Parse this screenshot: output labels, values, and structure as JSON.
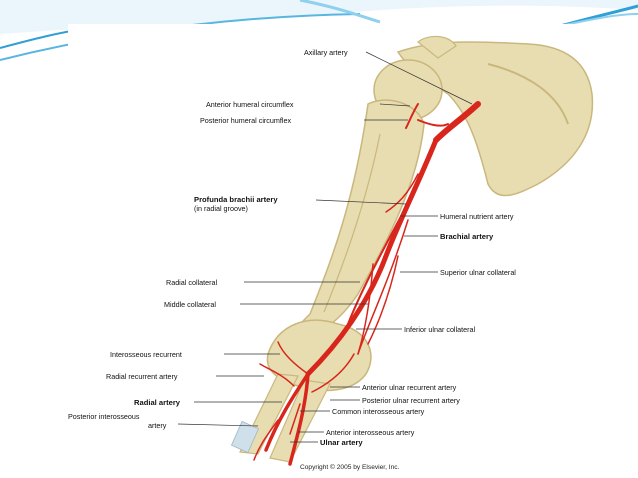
{
  "figure": {
    "labels": {
      "axillary": "Axillary artery",
      "ant_humeral_circumflex": "Anterior humeral circumflex",
      "post_humeral_circumflex": "Posterior humeral circumflex",
      "profunda_brachii": "Profunda brachii artery",
      "profunda_brachii_note": "(in radial groove)",
      "humeral_nutrient": "Humeral nutrient artery",
      "brachial": "Brachial artery",
      "radial_collateral": "Radial collateral",
      "superior_ulnar_collateral": "Superior ulnar collateral",
      "middle_collateral": "Middle collateral",
      "inferior_ulnar_collateral": "Inferior ulnar collateral",
      "interosseous_recurrent": "Interosseous recurrent",
      "radial_recurrent": "Radial recurrent artery",
      "anterior_ulnar_recurrent": "Anterior ulnar recurrent artery",
      "radial_artery": "Radial artery",
      "posterior_ulnar_recurrent": "Posterior ulnar recurrent artery",
      "posterior_interosseous_1": "Posterior interosseous",
      "posterior_interosseous_2": "artery",
      "common_interosseous": "Common interosseous artery",
      "anterior_interosseous": "Anterior interosseous artery",
      "ulnar_artery": "Ulnar artery"
    },
    "copyright": "Copyright © 2005 by Elsevier, Inc."
  },
  "colors": {
    "bone": "#e8ddb0",
    "bone_shade": "#c9b77d",
    "artery": "#d8261c",
    "leader": "#333333",
    "deco_blue": "#3aa7d6"
  }
}
